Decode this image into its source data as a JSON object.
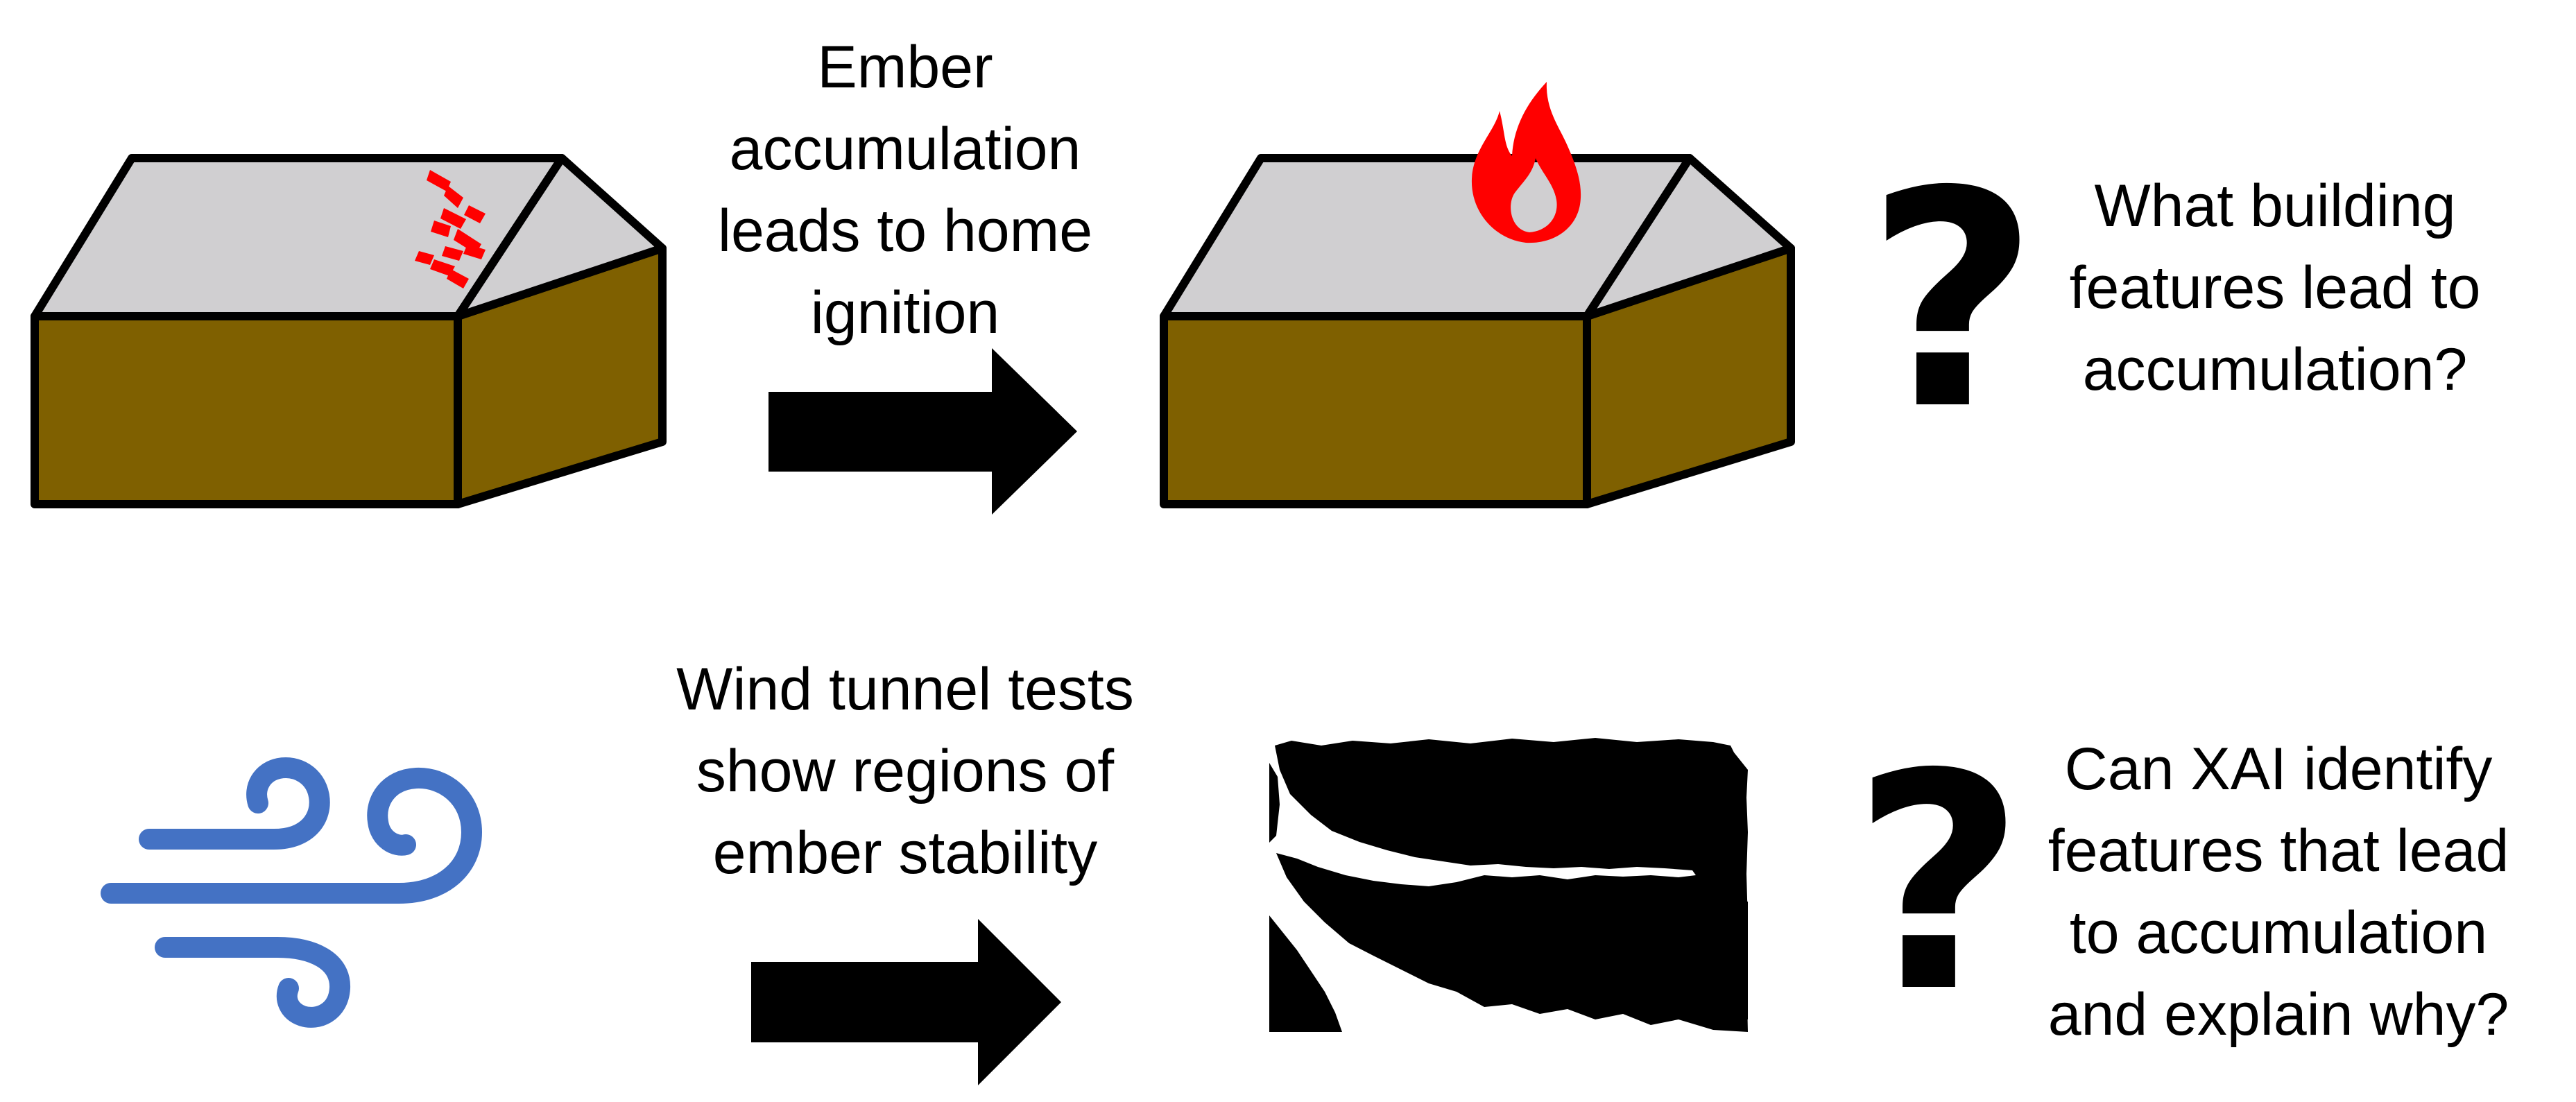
{
  "top_row": {
    "step_label": "Ember\naccumulation\nleads to home\nignition",
    "question": "What building\nfeatures lead to\naccumulation?",
    "question_mark": "?",
    "left_icon": "house-with-embers-icon",
    "right_icon": "house-with-fire-icon"
  },
  "bottom_row": {
    "step_label": "Wind tunnel tests\nshow regions of\nember stability",
    "question": "Can XAI identify\nfeatures that lead\nto accumulation\nand explain why?",
    "question_mark": "?",
    "left_icon": "wind-icon",
    "result_icon": "ember-stability-map"
  },
  "colors": {
    "roof": "#d0cfd1",
    "walls": "#7f6000",
    "outline": "#000000",
    "ember": "#ff0000",
    "wind": "#4472c4",
    "arrow": "#000000"
  }
}
